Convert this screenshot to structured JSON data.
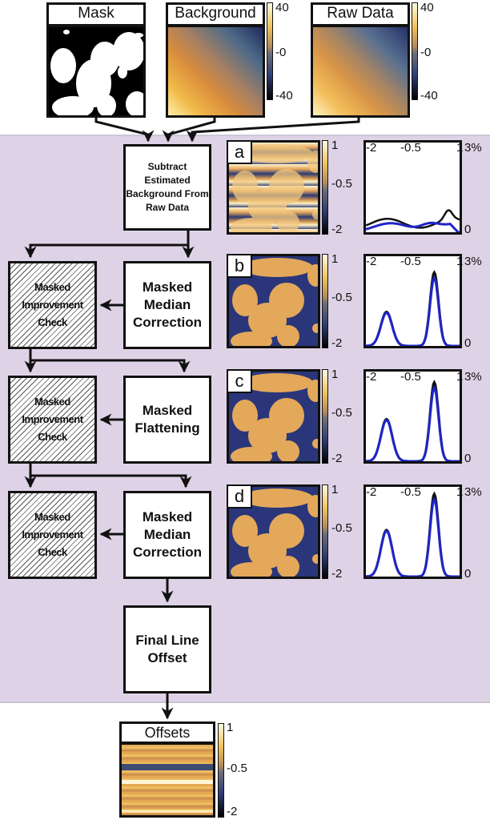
{
  "inputs": [
    {
      "title": "Mask"
    },
    {
      "title": "Background",
      "colorbar": {
        "max": "40",
        "mid": "-0",
        "min": "-40"
      }
    },
    {
      "title": "Raw Data",
      "colorbar": {
        "max": "40",
        "mid": "-0",
        "min": "-40"
      }
    }
  ],
  "steps": {
    "subtract": "Subtract Estimated Background From Raw Data",
    "median1": "Masked Median Correction",
    "flatten": "Masked Flattening",
    "median2": "Masked Median Correction",
    "final": "Final Line Offset",
    "check1": "Masked Improvement Check",
    "check2": "Masked Improvement Check",
    "check3": "Masked Improvement Check"
  },
  "panels": [
    {
      "label": "a",
      "colorbar": {
        "max": "1",
        "mid": "-0.5",
        "min": "-2"
      },
      "hist": {
        "x_ticks": [
          "-2",
          "-0.5",
          "1"
        ],
        "y_max": "3%",
        "y_min": "0"
      }
    },
    {
      "label": "b",
      "colorbar": {
        "max": "1",
        "mid": "-0.5",
        "min": "-2"
      },
      "hist": {
        "x_ticks": [
          "-2",
          "-0.5",
          "1"
        ],
        "y_max": "3%",
        "y_min": "0"
      }
    },
    {
      "label": "c",
      "colorbar": {
        "max": "1",
        "mid": "-0.5",
        "min": "-2"
      },
      "hist": {
        "x_ticks": [
          "-2",
          "-0.5",
          "1"
        ],
        "y_max": "3%",
        "y_min": "0"
      }
    },
    {
      "label": "d",
      "colorbar": {
        "max": "1",
        "mid": "-0.5",
        "min": "-2"
      },
      "hist": {
        "x_ticks": [
          "-2",
          "-0.5",
          "1"
        ],
        "y_max": "3%",
        "y_min": "0"
      }
    }
  ],
  "output": {
    "title": "Offsets",
    "colorbar": {
      "max": "1",
      "mid": "-0.5",
      "min": "-2"
    }
  },
  "colors": {
    "region_bg": "#ded3e6",
    "hist_black": "#111111",
    "hist_blue": "#1f25c8",
    "map_gold": "#e3a85a",
    "map_navy": "#26346e"
  }
}
